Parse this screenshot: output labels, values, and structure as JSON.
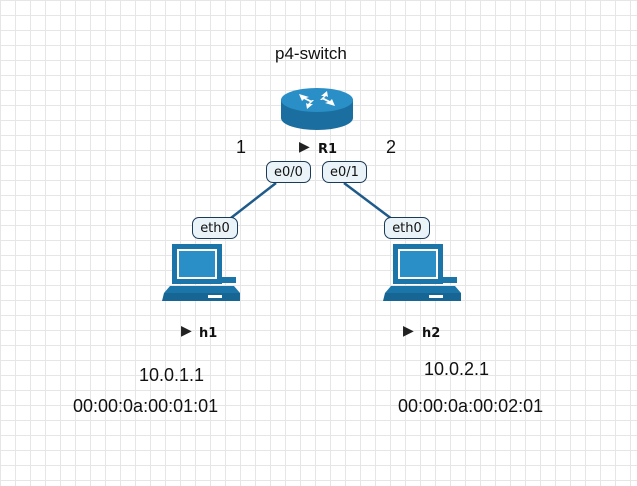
{
  "switch": {
    "title": "p4-switch",
    "name": "R1",
    "ports": [
      {
        "label": "e0/0",
        "number": "1"
      },
      {
        "label": "e0/1",
        "number": "2"
      }
    ]
  },
  "hosts": [
    {
      "name": "h1",
      "interface": "eth0",
      "ip": "10.0.1.1",
      "mac": "00:00:0a:00:01:01"
    },
    {
      "name": "h2",
      "interface": "eth0",
      "ip": "10.0.2.1",
      "mac": "00:00:0a:00:02:01"
    }
  ],
  "icons": {
    "router": "router-icon",
    "host": "computer-icon",
    "start": "play-icon"
  },
  "colors": {
    "link": "#1f5b8a",
    "router_body": "#1b75a8",
    "router_top": "#2a8fc7",
    "computer": "#1b75a8"
  }
}
